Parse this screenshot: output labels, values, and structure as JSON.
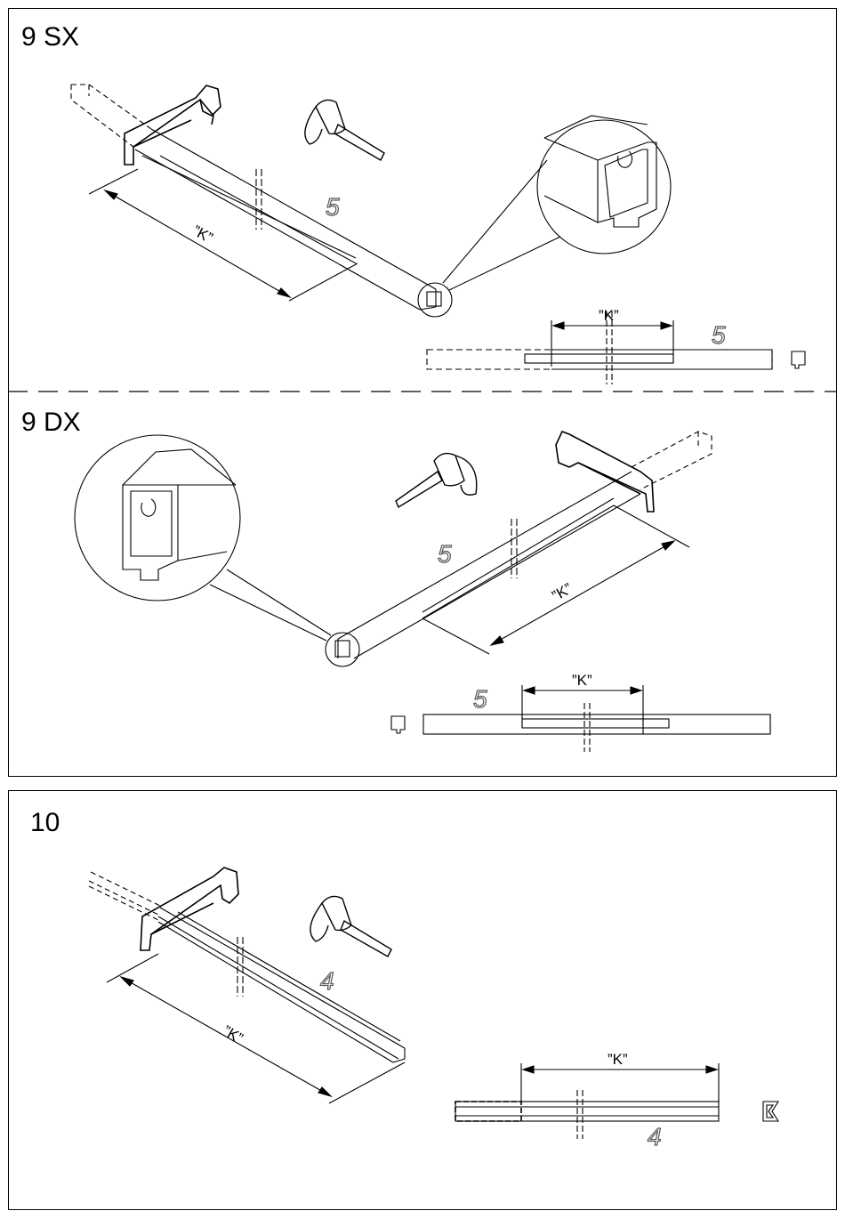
{
  "steps": [
    {
      "id": "step-9sx",
      "label": "9 SX",
      "part_number": "5",
      "dimension": "”K”"
    },
    {
      "id": "step-9dx",
      "label": "9 DX",
      "part_number": "5",
      "dimension": "”K”"
    },
    {
      "id": "step-10",
      "label": "10",
      "part_number": "4",
      "dimension": "”K”"
    }
  ]
}
